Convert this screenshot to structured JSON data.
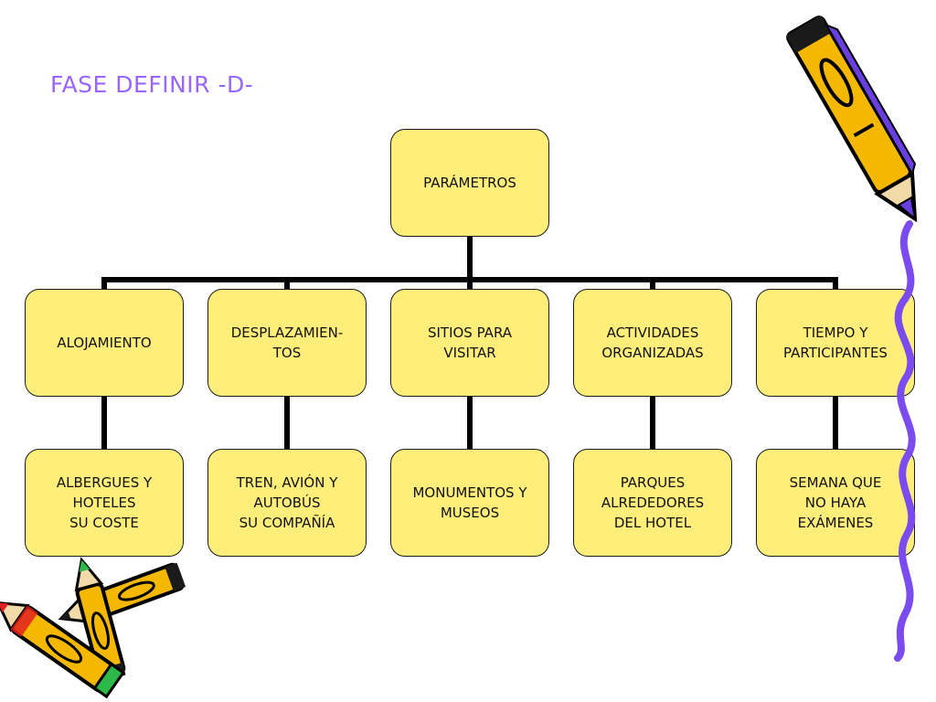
{
  "title": "FASE DEFINIR  -D-",
  "diagram": {
    "root": "PARÁMETROS",
    "branches": [
      {
        "category": "ALOJAMIENTO",
        "detail": "ALBERGUES Y\nHOTELES\nSU COSTE"
      },
      {
        "category": "DESPLAZAMIEN-\nTOS",
        "detail": "TREN, AVIÓN Y\nAUTOBÚS\nSU COMPAÑÍA"
      },
      {
        "category": "SITIOS PARA\nVISITAR",
        "detail": "MONUMENTOS Y\nMUSEOS"
      },
      {
        "category": "ACTIVIDADES\nORGANIZADAS",
        "detail": "PARQUES\nALREDEDORES\nDEL HOTEL"
      },
      {
        "category": "TIEMPO Y\nPARTICIPANTES",
        "detail": "SEMANA QUE\nNO HAYA\nEXÁMENES"
      }
    ]
  },
  "decorations": [
    "pencil-icon",
    "pencils-icon",
    "squiggle-line"
  ],
  "colors": {
    "title": "#9966ff",
    "box_fill": "#ffef7a",
    "connector": "#000000"
  }
}
